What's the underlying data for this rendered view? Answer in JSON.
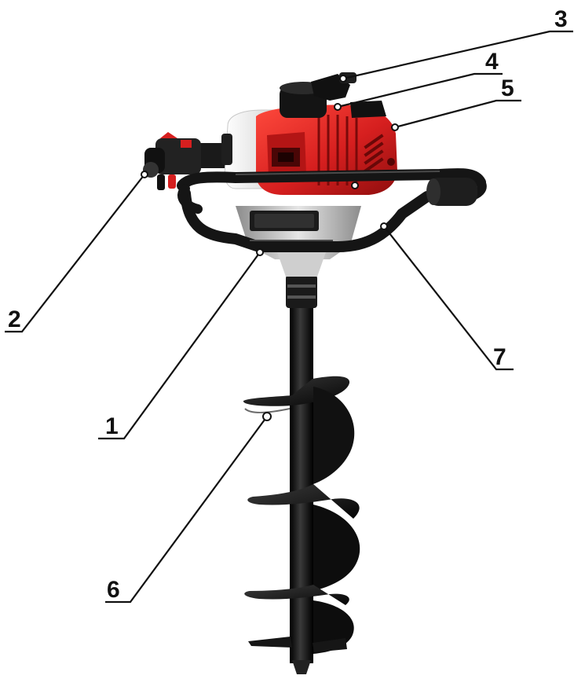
{
  "figure": {
    "subject_icon": "earth-auger-icon",
    "colors": {
      "engine_red": "#d61f1f",
      "engine_red_dark": "#8e0e0e",
      "frame_black": "#151515",
      "tank_white": "#f2f2f2",
      "metal_grey": "#b9b9b9"
    }
  },
  "callouts": [
    {
      "id": "c1",
      "label": "1"
    },
    {
      "id": "c2",
      "label": "2"
    },
    {
      "id": "c3",
      "label": "3"
    },
    {
      "id": "c4",
      "label": "4"
    },
    {
      "id": "c5",
      "label": "5"
    },
    {
      "id": "c6",
      "label": "6"
    },
    {
      "id": "c7",
      "label": "7"
    }
  ]
}
